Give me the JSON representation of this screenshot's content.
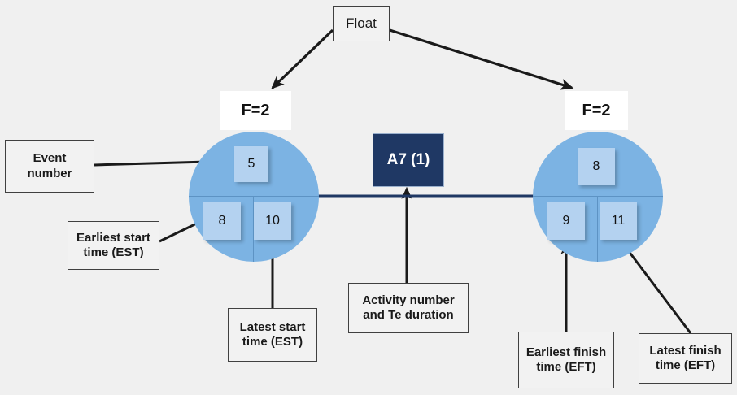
{
  "diagram": {
    "title_box": {
      "label": "Float"
    },
    "background_color": "#f0f0f0",
    "nodes": [
      {
        "id": "left-node",
        "float_label": "F=2",
        "event_number": "5",
        "earliest_start": "8",
        "latest_start": "10"
      },
      {
        "id": "right-node",
        "float_label": "F=2",
        "event_number": "8",
        "earliest_finish": "9",
        "latest_finish": "11"
      }
    ],
    "activity": {
      "label": "A7 (1)",
      "box_color": "#1f3864",
      "arrow_color": "#1f3864"
    },
    "callouts": {
      "event_number": "Event number",
      "earliest_start": "Earliest start time (EST)",
      "latest_start": "Latest start time (EST)",
      "activity_number": "Activity number and Te duration",
      "earliest_finish": "Earliest finish time (EFT)",
      "latest_finish": "Latest finish time (EFT)"
    }
  }
}
